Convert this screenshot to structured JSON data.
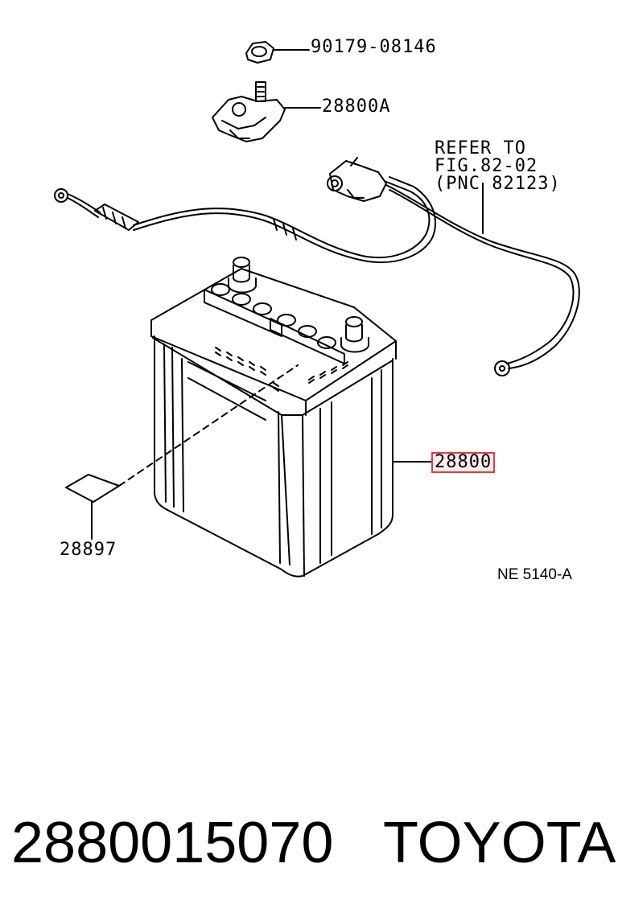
{
  "callouts": {
    "nut": "90179-08146",
    "terminal": "28800A",
    "battery": "28800",
    "label_sticker": "28897"
  },
  "reference_note": {
    "line1": "REFER TO",
    "line2": "FIG.82-02",
    "line3": "(PNC 82123)"
  },
  "figure_id": "NE 5140-A",
  "footer": {
    "part_number": "2880015070",
    "brand": "TOYOTA"
  },
  "colors": {
    "highlight": "#e23a3a",
    "line": "#000000"
  }
}
